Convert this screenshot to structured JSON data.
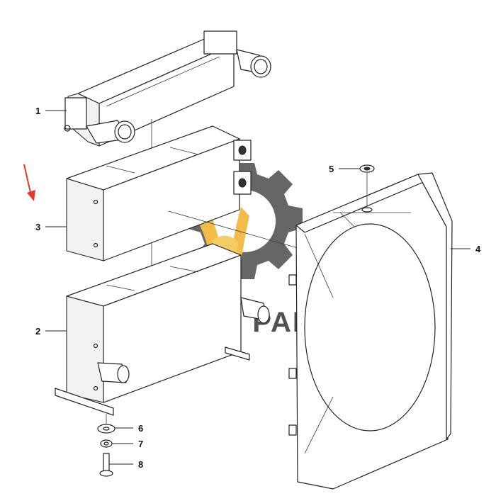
{
  "callouts": [
    {
      "id": "1",
      "label": "1"
    },
    {
      "id": "2",
      "label": "2"
    },
    {
      "id": "3",
      "label": "3"
    },
    {
      "id": "4",
      "label": "4"
    },
    {
      "id": "5",
      "label": "5"
    },
    {
      "id": "6",
      "label": "6"
    },
    {
      "id": "7",
      "label": "7"
    },
    {
      "id": "8",
      "label": "8"
    }
  ],
  "watermark": {
    "brand": "YEARN PARTS",
    "registered_mark": "®",
    "colors": {
      "gear": "#555555",
      "leaf": "#f2b73a",
      "text": "#444444"
    }
  },
  "annotation": {
    "arrow_color": "#e8362a",
    "arrow_icon": "red-arrow-icon"
  }
}
